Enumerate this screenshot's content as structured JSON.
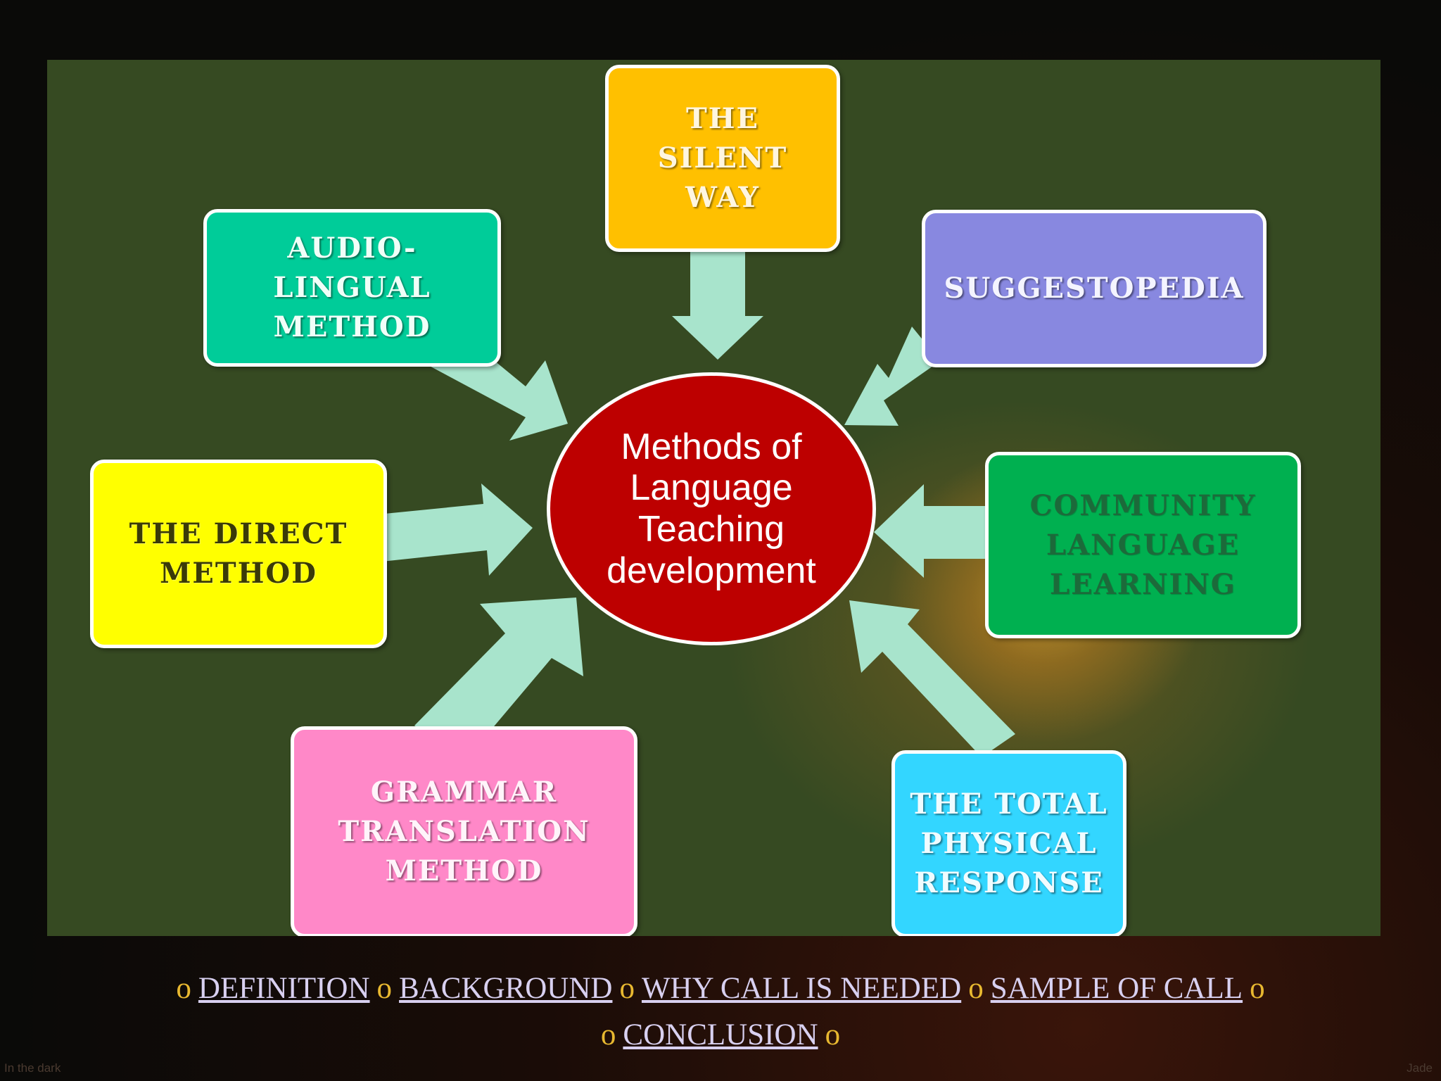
{
  "center_label": "Methods of\nLanguage\nTeaching\ndevelopment",
  "nodes": {
    "silent_way": "THE SILENT\nWAY",
    "audio_lingual": "AUDIO-LINGUAL\nMETHOD",
    "suggestopedia": "SUGGESTOPEDIA",
    "direct_method": "THE DIRECT\nMETHOD",
    "community_language": "COMMUNITY\nLANGUAGE\nLEARNING",
    "grammar_translation": "GRAMMAR\nTRANSLATION\nMETHOD",
    "total_physical": "THE TOTAL\nPHYSICAL\nRESPONSE"
  },
  "colors": {
    "silent_way": "#ffc000",
    "audio_lingual": "#00cc99",
    "suggestopedia": "#8888e0",
    "direct_method": "#ffff00",
    "community_language": "#00b050",
    "grammar_translation": "#ff88c8",
    "total_physical": "#33d6ff",
    "center": "#bd0000",
    "arrow": "#a8e4cc"
  },
  "nav": {
    "bullet": "o",
    "definition": "DEFINITION",
    "background": "BACKGROUND",
    "why_call": "WHY CALL IS NEEDED",
    "sample_call": "SAMPLE OF CALL",
    "conclusion": "CONCLUSION"
  },
  "footer": {
    "left": "In the dark",
    "right": "Jade"
  }
}
